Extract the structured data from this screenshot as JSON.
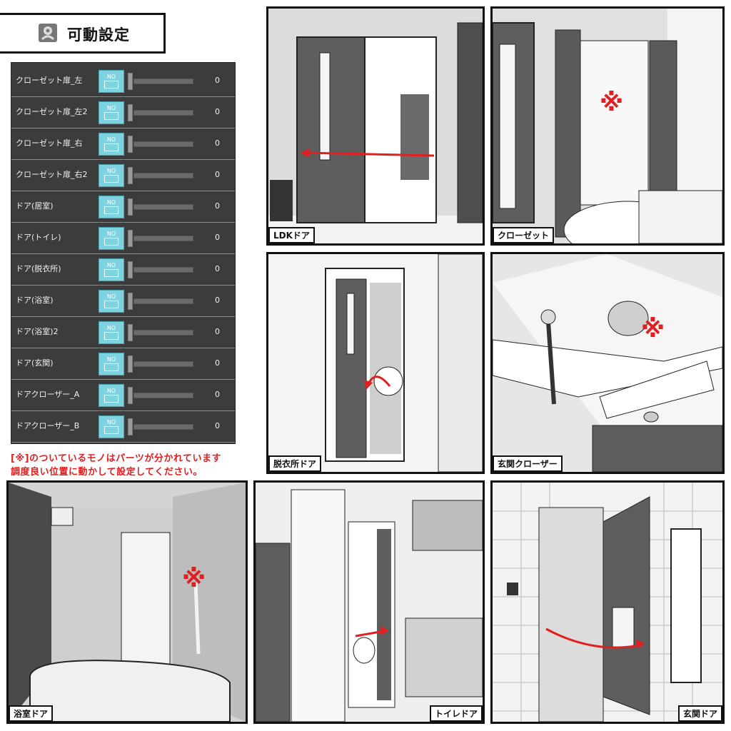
{
  "title": {
    "text": "可動設定",
    "icon": "gear-figure-icon"
  },
  "settings": {
    "button_text": "NO",
    "rows": [
      {
        "label": "クローゼット扉_左",
        "value": "0"
      },
      {
        "label": "クローゼット扉_左2",
        "value": "0"
      },
      {
        "label": "クローゼット扉_右",
        "value": "0"
      },
      {
        "label": "クローゼット扉_右2",
        "value": "0"
      },
      {
        "label": "ドア(居室)",
        "value": "0"
      },
      {
        "label": "ドア(トイレ)",
        "value": "0"
      },
      {
        "label": "ドア(脱衣所)",
        "value": "0"
      },
      {
        "label": "ドア(浴室)",
        "value": "0"
      },
      {
        "label": "ドア(浴室)2",
        "value": "0"
      },
      {
        "label": "ドア(玄関)",
        "value": "0"
      },
      {
        "label": "ドアクローザー_A",
        "value": "0"
      },
      {
        "label": "ドアクローザー_B",
        "value": "0"
      }
    ]
  },
  "note": {
    "line1": "[※]のついているモノはパーツが分かれています",
    "line2": "調度良い位置に動かして設定してください。"
  },
  "panels": {
    "ldk": "LDKドア",
    "closet": "クローゼット",
    "dressing": "脱衣所ドア",
    "entrance_closer": "玄関クローザー",
    "bathroom": "浴室ドア",
    "toilet": "トイレドア",
    "entrance": "玄関ドア",
    "mark": "※"
  },
  "colors": {
    "accent": "#e02020",
    "panel_bg": "#3c3c3c",
    "button": "#7fd3e0"
  }
}
